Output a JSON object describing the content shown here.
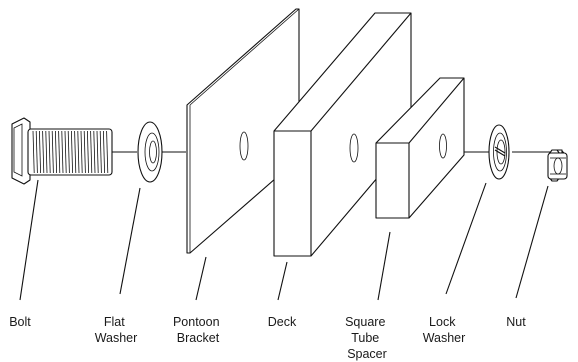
{
  "labels": {
    "bolt": [
      "Bolt"
    ],
    "flat_washer": [
      "Flat",
      "Washer"
    ],
    "pontoon_bracket": [
      "Pontoon",
      "Bracket"
    ],
    "deck": [
      "Deck"
    ],
    "square_tube_spacer": [
      "Square",
      "Tube",
      "Spacer"
    ],
    "lock_washer": [
      "Lock",
      "Washer"
    ],
    "nut": [
      "Nut"
    ]
  }
}
